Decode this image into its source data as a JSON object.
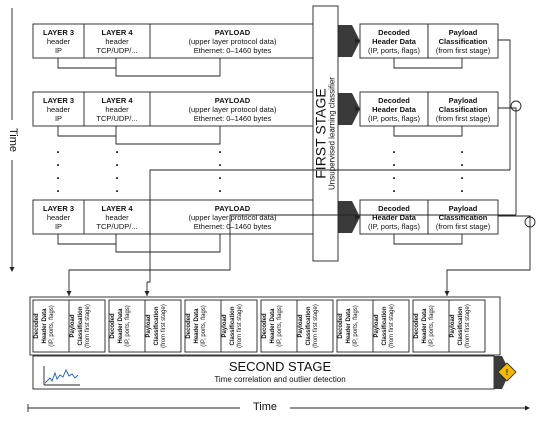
{
  "packet": {
    "l3": {
      "title": "LAYER 3",
      "line2": "header",
      "line3": "IP"
    },
    "l4": {
      "title": "LAYER 4",
      "line2": "header",
      "line3": "TCP/UDP/..."
    },
    "payload": {
      "title": "PAYLOAD",
      "line2": "(upper layer protocol data)",
      "line3": "Ethernet: 0–1460 bytes"
    }
  },
  "result": {
    "decoded": {
      "title": "Decoded",
      "line2": "Header Data",
      "line3": "(IP, ports, flags)"
    },
    "classification": {
      "title": "Payload",
      "line2": "Classification",
      "line3": "(from first stage)"
    }
  },
  "first_stage": {
    "title": "FIRST STAGE",
    "subtitle": "Unsupervised learning classifier"
  },
  "second_stage": {
    "title": "SECOND STAGE",
    "subtitle": "Time correlation and outlier detection"
  },
  "axis": {
    "time_vertical": "Time",
    "time_horizontal": "Time"
  },
  "ellipsis": "."
}
